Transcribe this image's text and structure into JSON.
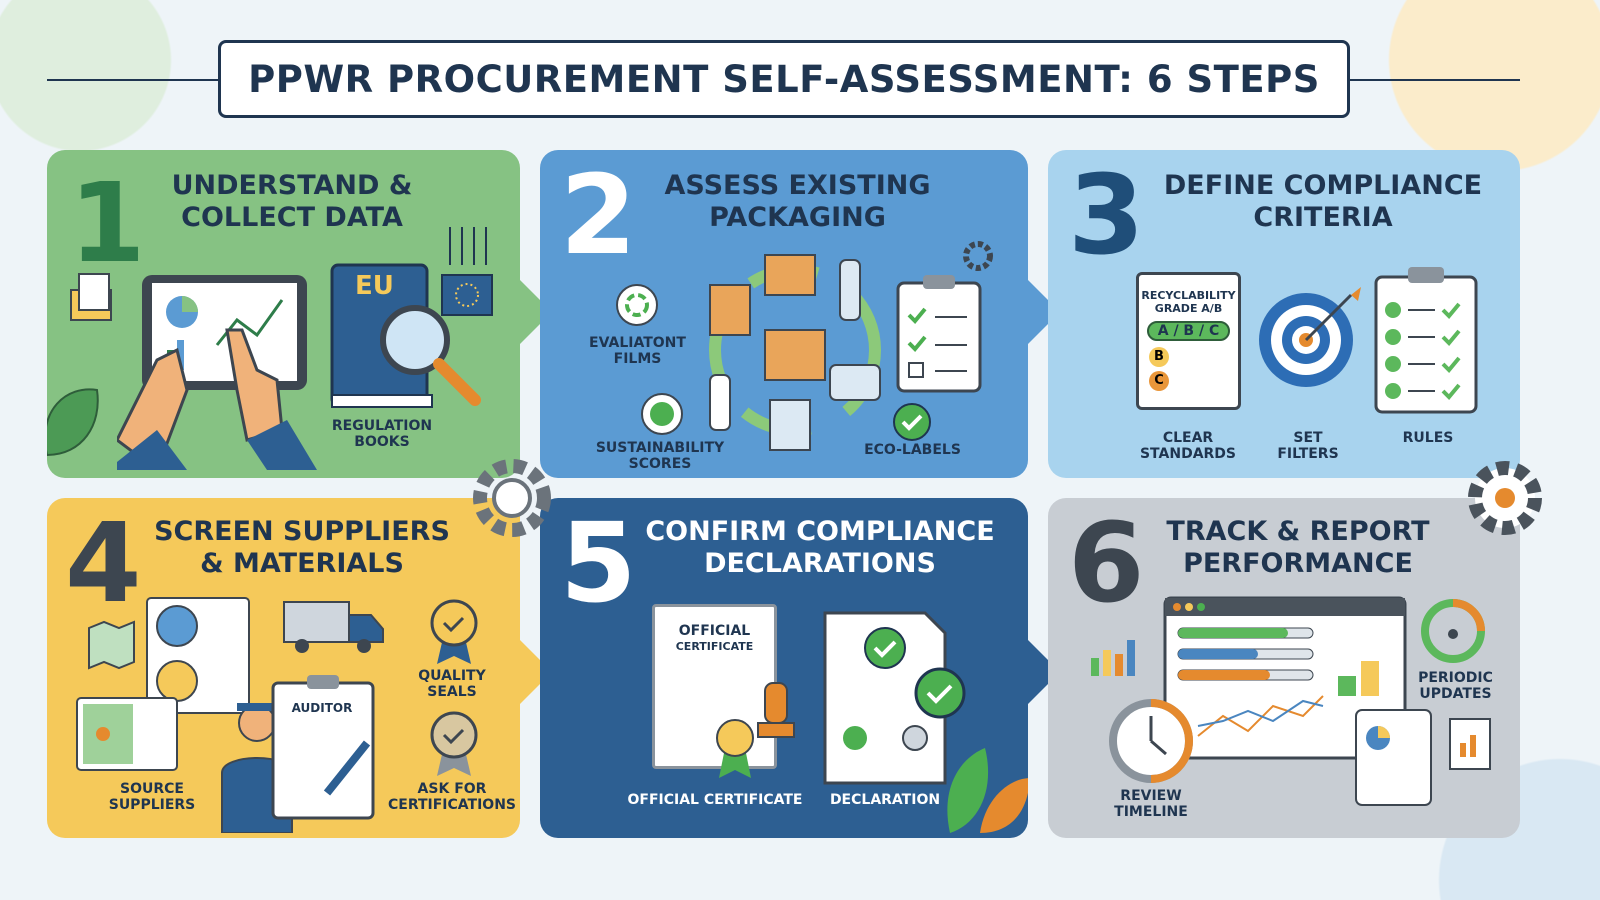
{
  "title": "PPWR PROCUREMENT SELF-ASSESSMENT: 6 STEPS",
  "steps": [
    {
      "number": "1",
      "title_line1": "UNDERSTAND &",
      "title_line2": "COLLECT DATA",
      "labels": [
        "REGULATION",
        "BOOKS"
      ],
      "book_text": "EU",
      "color": "#86c283"
    },
    {
      "number": "2",
      "title_line1": "ASSESS EXISTING",
      "title_line2": "PACKAGING",
      "labels": [
        "EVALIATONT",
        "FILMS",
        "SUSTAINABILITY",
        "SCORES",
        "ECO-LABELS"
      ],
      "color": "#5b9bd3"
    },
    {
      "number": "3",
      "title_line1": "DEFINE COMPLIANCE",
      "title_line2": "CRITERIA",
      "card_line1": "RECYCLABILITY",
      "card_line2": "GRADE A/B",
      "grades": "A / B / C",
      "grade_b": "B",
      "grade_c": "C",
      "labels": [
        "CLEAR",
        "STANDARDS",
        "SET",
        "FILTERS",
        "RULES"
      ],
      "color": "#a8d3ee"
    },
    {
      "number": "4",
      "title_line1": "SCREEN SUPPLIERS",
      "title_line2": "& MATERIALS",
      "clipboard_text": "AUDITOR",
      "labels": [
        "QUALITY",
        "SEALS",
        "ASK FOR",
        "CERTIFICATIONS",
        "SOURCE",
        "SUPPLIERS"
      ],
      "color": "#f5c95a"
    },
    {
      "number": "5",
      "title_line1": "CONFIRM COMPLIANCE",
      "title_line2": "DECLARATIONS",
      "cert_line1": "OFFICIAL",
      "cert_line2": "CERTIFICATE",
      "labels": [
        "OFFICIAL CERTIFICATE",
        "DECLARATION"
      ],
      "color": "#2d5f92"
    },
    {
      "number": "6",
      "title_line1": "TRACK & REPORT",
      "title_line2": "PERFORMANCE",
      "labels": [
        "PERIODIC",
        "UPDATES",
        "REVIEW",
        "TIMELINE"
      ],
      "color": "#c8cdd3"
    }
  ]
}
